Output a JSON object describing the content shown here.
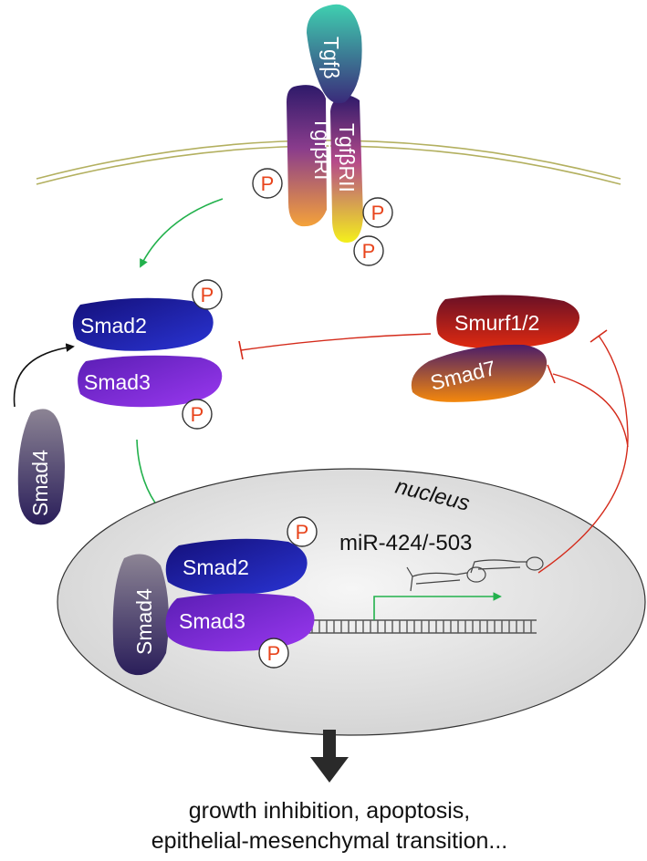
{
  "diagram": {
    "ligand": "Tgfβ",
    "receptor_1": "TgfβRI",
    "receptor_2": "TgfβRII",
    "phospho": "P",
    "cyto_smad2": "Smad2",
    "cyto_smad3": "Smad3",
    "cyto_smad4": "Smad4",
    "inhibitor_smurf": "Smurf1/2",
    "inhibitor_smad7": "Smad7",
    "nucleus_label": "nucleus",
    "nuc_smad4": "Smad4",
    "nuc_smad2": "Smad2",
    "nuc_smad3": "Smad3",
    "mirna_label": "miR-424/-503",
    "outcome_line1": "growth inhibition, apoptosis,",
    "outcome_line2": "epithelial-mesenchymal transition..."
  },
  "colors": {
    "activation_arrow": "#22b14c",
    "inhibition_line": "#d42a1a",
    "phospho_text": "#e8441c",
    "nucleus_fill": "#e4e4e4",
    "membrane": "#b3b060"
  }
}
